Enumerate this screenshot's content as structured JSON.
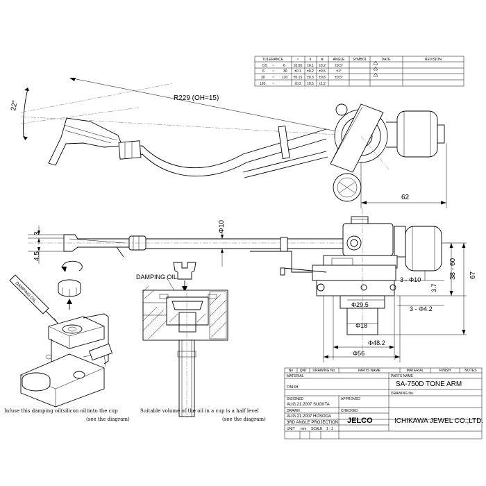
{
  "tolerance_table": {
    "headers": [
      "TOLERANCE",
      "Ⅰ",
      "Ⅱ",
      "Ⅲ",
      "ANGLE",
      "SYMBOL",
      "DATE",
      "REVISION"
    ],
    "rows": [
      [
        "0.5",
        "~",
        "6",
        "±0.05",
        "±0.1",
        "±0.2",
        "±0.5°"
      ],
      [
        "6",
        "~",
        "30",
        "±0.1",
        "±0.2",
        "±0.5",
        "±1°"
      ],
      [
        "30",
        "~",
        "120",
        "±0.15",
        "±0.3",
        "±0.8",
        "±0.5°"
      ],
      [
        "120",
        "~",
        "",
        "±0.2",
        "±0.5",
        "±1.2",
        ""
      ]
    ]
  },
  "top_view": {
    "radius_label": "R229 (OH=15)",
    "angle_label": "22°",
    "dim_62": "62"
  },
  "side_view": {
    "dim_3": "3",
    "dim_4_5": "4.5",
    "dia_10": "Φ10",
    "dim_3_phi10": "3 - Φ10",
    "dim_3_7": "3.7",
    "dim_3_phi4_2": "3 - Φ4.2",
    "dia_29_5": "Φ29.5",
    "dia_18": "Φ18",
    "dia_48_2": "Φ48.2",
    "dia_56": "Φ56",
    "dim_38_60": "38 - 60",
    "dim_67": "67"
  },
  "damping": {
    "label": "DAMPING OIL",
    "bottle_label": "DAMPING OIL",
    "caption_left_1": "Infuse this damping oil(silicon oil)into the cup",
    "caption_left_2": "(see the diagram)",
    "caption_right_1": "Suitable volume of the oil in a cup is a half level",
    "caption_right_2": "(see the diagram)"
  },
  "title_block": {
    "header": [
      "No",
      "QNT",
      "DRAWING No.",
      "PARTS NAME",
      "MATERIAL",
      "FINISH",
      "NOTES"
    ],
    "material_label": "MATERIAL",
    "parts_name_label": "PARTS NAME",
    "parts_name": "SA-750D   TONE ARM",
    "finish_label": "FINISH",
    "drawing_no_label": "DRAWING No.",
    "designed_label": "DISIGNED",
    "designed_value": "AUG.21.2007  SUGIITA",
    "approved_label": "APPROVED",
    "drawn_label": "DRAWN",
    "drawn_value": "AUG.21.2007  HOSODA",
    "checked_label": "CHECKED",
    "projection": "3RD ANGLE PROJECTION",
    "unit_label": "UNIT",
    "unit_value": "mm",
    "scale_label": "SCALE",
    "scale_value": "1 : 1",
    "brand": "JELCO",
    "company": "ICHIKAWA JEWEL CO.,LTD."
  }
}
